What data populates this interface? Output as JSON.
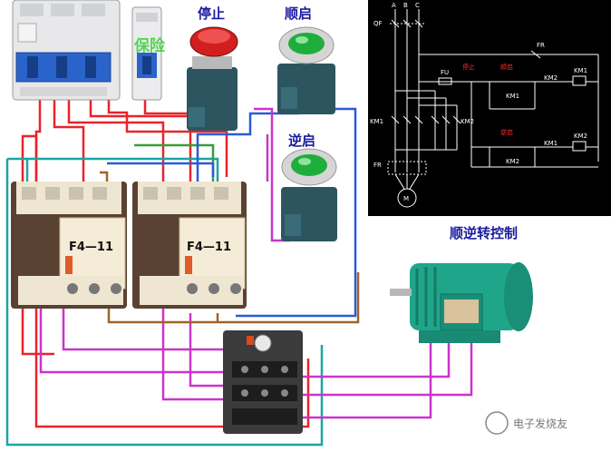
{
  "labels": {
    "stop": "停止",
    "forward_start": "顺启",
    "reverse_start": "逆启",
    "title": "顺逆转控制",
    "contactor_model_left": "F4—11",
    "contactor_model_right": "F4—11",
    "ghost_text": "保险",
    "ghost_text2": "顺",
    "watermark": "电子发烧友"
  },
  "schematic": {
    "phases": [
      "A",
      "B",
      "C"
    ],
    "qf": "QF",
    "fu": "FU",
    "fr_top": "FR",
    "fr_bottom": "FR",
    "km1_left": "KM1",
    "km2_left": "KM2",
    "km1_coil": "KM1",
    "km2_coil": "KM2",
    "km1_aux1": "KM1",
    "km1_aux2": "KM1",
    "km2_aux1": "KM2",
    "km2_aux2": "KM2",
    "motor": "M",
    "stop_label": "停止",
    "fwd_label": "顺启",
    "rev_label": "逆启"
  },
  "colors": {
    "schematic_bg": "#000000",
    "schematic_line": "#ffffff",
    "schematic_red": "#ff2a2a",
    "title_blue": "#1a1a9e",
    "wire_red": "#e8242a",
    "wire_magenta": "#cc33cc",
    "wire_teal": "#1aa5a5",
    "wire_blue": "#2a5bd8",
    "wire_brown": "#a0642a",
    "motor_green": "#1fa58a"
  }
}
